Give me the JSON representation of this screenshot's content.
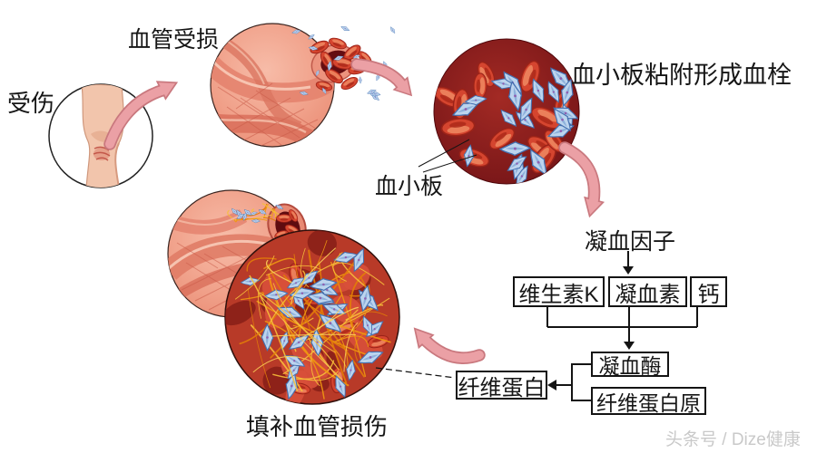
{
  "labels": {
    "injury": "受伤",
    "vessel_damage": "血管受损",
    "platelet_adhesion": "血小板粘附形成血栓",
    "platelet": "血小板",
    "clotting_factor": "凝血因子",
    "repair": "填补血管损伤"
  },
  "flowchart": {
    "vitamin_k": "维生素K",
    "prothrombin": "凝血素",
    "calcium": "钙",
    "thrombin": "凝血酶",
    "fibrinogen": "纤维蛋白原",
    "fibrin": "纤维蛋白"
  },
  "watermark": "头条号 / Dize健康",
  "colors": {
    "arrow_pink": "#eba0a5",
    "arrow_pink_outline": "#c9787e",
    "line_black": "#141414",
    "platelet_blue": "#bcd4ee",
    "platelet_blue_shade": "#7fa6d6",
    "platelet_blue_outline": "#44 6fb0",
    "rbc_red": "#d5452f",
    "rbc_red_dark": "#9c2318",
    "blood_bg_maroon": "#7a161a",
    "fibrin_orange_1": "#ef9811",
    "fibrin_orange_2": "#f7bf3a",
    "fibrin_orange_3": "#e27d08",
    "fibrin_orange_4": "#fbcf58",
    "vessel_salmon": "#f0997f",
    "watermark_gray": "#c9c9c9"
  }
}
